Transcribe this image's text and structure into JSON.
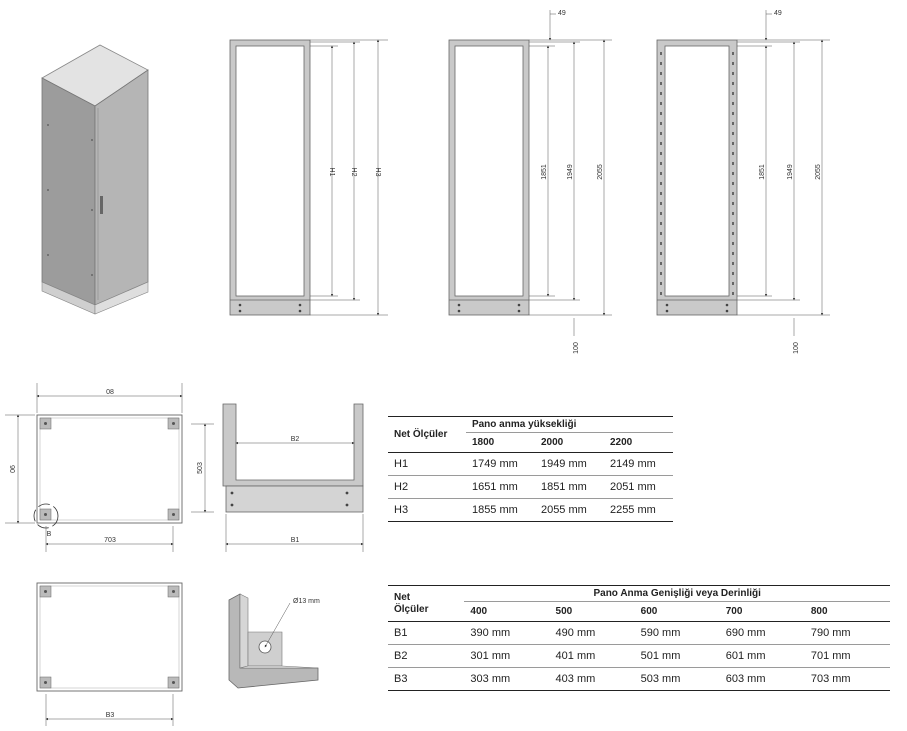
{
  "cabinet_side_view": {
    "labels": {
      "h1": "H1",
      "h2": "H2",
      "h3": "H3"
    }
  },
  "frame_dimension_views": [
    {
      "top_offset": "49",
      "d1": "1851",
      "d2": "1949",
      "d3": "2055",
      "plinth": "100"
    },
    {
      "top_offset": "49",
      "d1": "1851",
      "d2": "1949",
      "d3": "2055",
      "plinth": "100"
    }
  ],
  "top_view": {
    "width_label": "08",
    "depth_label": "06",
    "inner_width": "703",
    "detail_label": "B"
  },
  "front_plinth_view": {
    "b2_label": "B2",
    "height_label": "503",
    "b1_label": "B1"
  },
  "bottom_view": {
    "b3_label": "B3"
  },
  "corner_detail": {
    "hole_label": "Ø13 mm"
  },
  "height_table": {
    "row_header": "Net Ölçüler",
    "group_header": "Pano anma yüksekliği",
    "columns": [
      "1800",
      "2000",
      "2200"
    ],
    "rows": [
      {
        "label": "H1",
        "values": [
          "1749 mm",
          "1949 mm",
          "2149 mm"
        ]
      },
      {
        "label": "H2",
        "values": [
          "1651 mm",
          "1851 mm",
          "2051 mm"
        ]
      },
      {
        "label": "H3",
        "values": [
          "1855 mm",
          "2055 mm",
          "2255 mm"
        ]
      }
    ]
  },
  "width_table": {
    "row_header_line1": "Net",
    "row_header_line2": "Ölçüler",
    "group_header": "Pano Anma Genişliği veya Derinliği",
    "columns": [
      "400",
      "500",
      "600",
      "700",
      "800"
    ],
    "rows": [
      {
        "label": "B1",
        "values": [
          "390 mm",
          "490 mm",
          "590 mm",
          "690 mm",
          "790 mm"
        ]
      },
      {
        "label": "B2",
        "values": [
          "301 mm",
          "401 mm",
          "501 mm",
          "601 mm",
          "701 mm"
        ]
      },
      {
        "label": "B3",
        "values": [
          "303 mm",
          "403 mm",
          "503 mm",
          "603 mm",
          "703 mm"
        ]
      }
    ]
  }
}
